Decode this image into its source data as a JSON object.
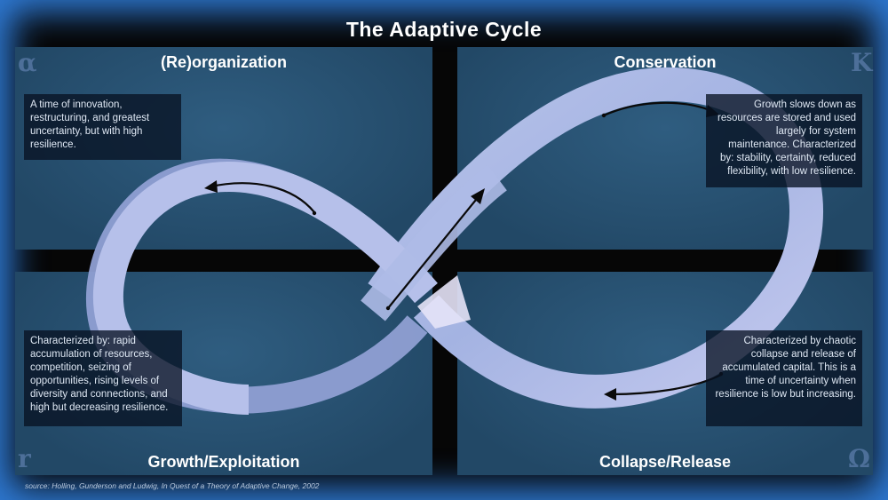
{
  "title": "The Adaptive Cycle",
  "quadrants": {
    "reorganization": {
      "heading": "(Re)organization",
      "symbol": "α",
      "description": "A time of innovation, restructuring, and greatest uncertainty, but with high resilience."
    },
    "conservation": {
      "heading": "Conservation",
      "symbol": "K",
      "description": "Growth slows down as resources are stored and used largely for system maintenance. Characterized by: stability, certainty, reduced flexibility, with low resilience."
    },
    "growth": {
      "heading": "Growth/Exploitation",
      "symbol": "r",
      "description": "Characterized by: rapid accumulation of resources, competition, seizing of opportunities, rising levels of diversity and connections, and high but decreasing resilience."
    },
    "collapse": {
      "heading": "Collapse/Release",
      "symbol": "Ω",
      "description": "Characterized by chaotic collapse and release of accumulated capital. This is a time of uncertainty when resilience is low but increasing."
    }
  },
  "source": "source: Holling, Gunderson and Ludwig, In Quest of a Theory of Adaptive Change, 2002",
  "colors": {
    "quadrant": "#27506f",
    "ribbon": "#a9b8e3",
    "ribbon_light": "#d9dcf6",
    "glow": "#2f7bd6"
  }
}
